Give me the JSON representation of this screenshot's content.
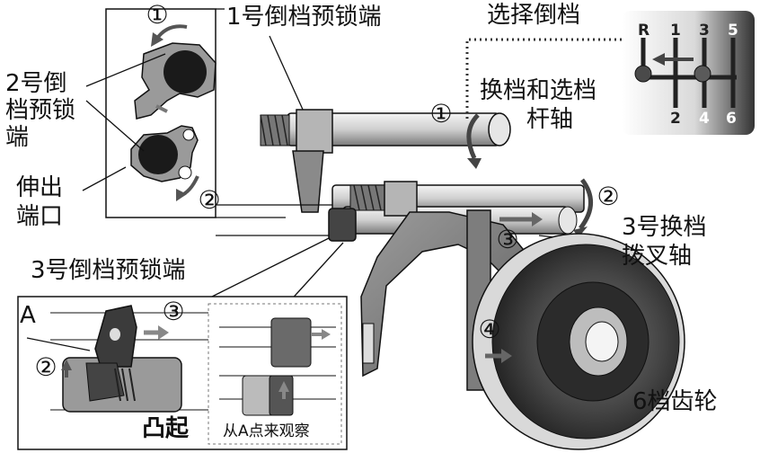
{
  "labels": {
    "reverse_lock_1": "1号倒档预锁端",
    "reverse_lock_2_line1": "2号倒",
    "reverse_lock_2_line2": "档预锁",
    "reverse_lock_2_line3": "端",
    "protrusion_port_line1": "伸出",
    "protrusion_port_line2": "端口",
    "select_reverse": "选择倒档",
    "shift_select_shaft_line1": "换档和选档",
    "shift_select_shaft_line2": "杆轴",
    "fork_shaft_3_line1": "3号换档",
    "fork_shaft_3_line2": "拨叉轴",
    "reverse_lock_3": "3号倒档预锁端",
    "point_a": "A",
    "bump": "凸起",
    "view_from_a": "从A点来观察",
    "gear_6": "6档齿轮"
  },
  "step_numbers": {
    "n1": "①",
    "n2": "②",
    "n3": "③",
    "n4": "④"
  },
  "shift_pattern": {
    "top": [
      "R",
      "1",
      "3",
      "5"
    ],
    "bottom": [
      "2",
      "4",
      "6"
    ]
  },
  "colors": {
    "line": "#111111",
    "metal_dark": "#333333",
    "metal_mid": "#8a8a8a",
    "metal_light": "#dcdcdc",
    "gate_bg": "#555555",
    "knob": "#3a3a3a"
  }
}
